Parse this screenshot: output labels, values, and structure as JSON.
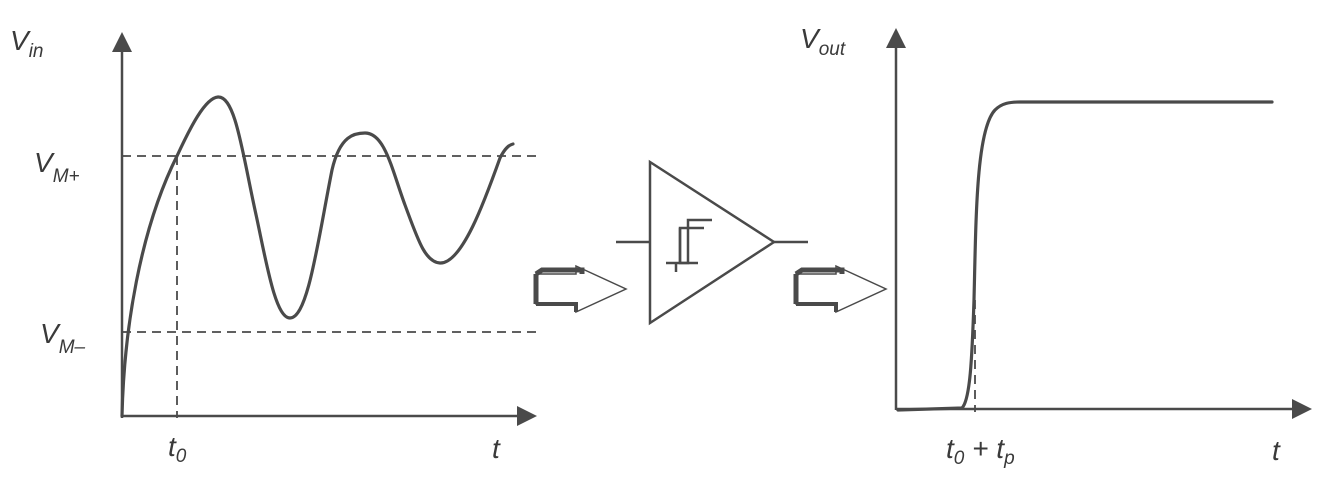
{
  "input_plot": {
    "y_label": "V",
    "y_label_sub": "in",
    "x_label": "t",
    "threshold_high_main": "V",
    "threshold_high_sub": "M+",
    "threshold_low_main": "V",
    "threshold_low_sub": "M–",
    "t0_main": "t",
    "t0_sub": "0"
  },
  "output_plot": {
    "y_label": "V",
    "y_label_sub": "out",
    "x_label": "t",
    "delay_t0_main": "t",
    "delay_t0_sub": "0",
    "delay_plus": " + t",
    "delay_tp_sub": "p"
  },
  "icons": {
    "left_arrow": "hollow-right-arrow-icon",
    "comparator": "schmitt-trigger-comparator-icon",
    "right_arrow": "hollow-right-arrow-icon"
  }
}
